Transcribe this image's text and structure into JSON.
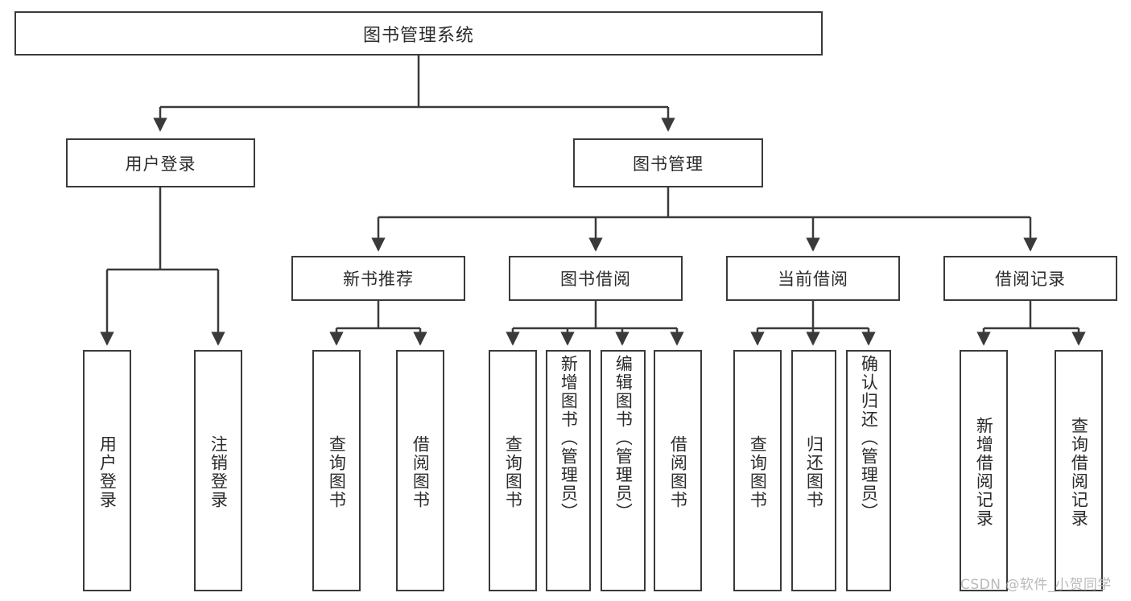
{
  "diagram": {
    "title": "图书管理系统",
    "type": "tree-hierarchy",
    "root": {
      "label": "图书管理系统"
    },
    "level2": [
      {
        "label": "用户登录"
      },
      {
        "label": "图书管理"
      }
    ],
    "level3": [
      {
        "label": "新书推荐"
      },
      {
        "label": "图书借阅"
      },
      {
        "label": "当前借阅"
      },
      {
        "label": "借阅记录"
      }
    ],
    "leaves": {
      "user_login": [
        {
          "label": "用户登录"
        },
        {
          "label": "注销登录"
        }
      ],
      "new_book_recommend": [
        {
          "label": "查询图书"
        },
        {
          "label": "借阅图书"
        }
      ],
      "book_borrow": [
        {
          "label": "查询图书"
        },
        {
          "label": "新增图书（管理员）"
        },
        {
          "label": "编辑图书（管理员）"
        },
        {
          "label": "借阅图书"
        }
      ],
      "current_borrow": [
        {
          "label": "查询图书"
        },
        {
          "label": "归还图书"
        },
        {
          "label": "确认归还（管理员）"
        }
      ],
      "borrow_record": [
        {
          "label": "新增借阅记录"
        },
        {
          "label": "查询借阅记录"
        }
      ]
    }
  },
  "watermark": {
    "text": "CSDN @软件_小贺同学"
  },
  "colors": {
    "border": "#3a3a3a",
    "text": "#2b2b2b",
    "background": "#ffffff",
    "watermark": "#b9b9b9"
  }
}
